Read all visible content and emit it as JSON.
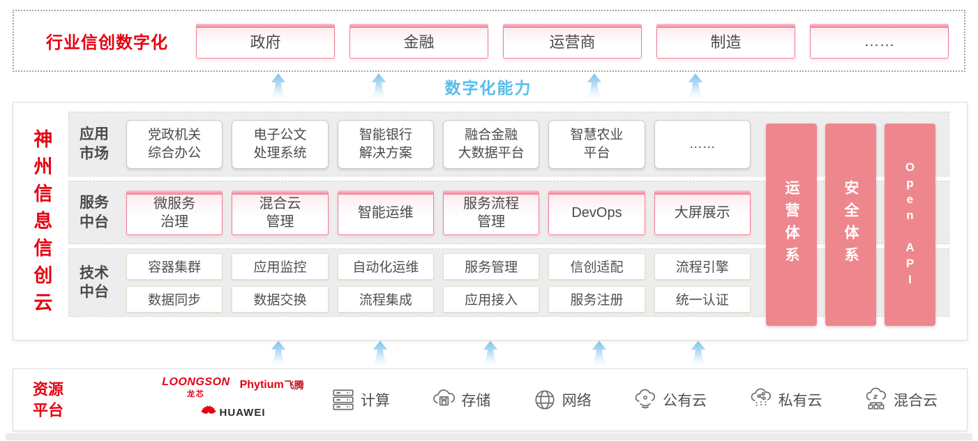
{
  "colors": {
    "brand_red": "#e60012",
    "pink_bar": "#ee878d",
    "capability_blue": "#55bdec",
    "row_background": "#ededed"
  },
  "top_banner": {
    "label": "行业信创数字化",
    "industries": [
      "政府",
      "金融",
      "运营商",
      "制造",
      "……"
    ]
  },
  "capability": {
    "label": "数字化能力"
  },
  "main": {
    "left_title": "神州信息信创云",
    "rows": [
      {
        "label": "应用\n市场",
        "items": [
          "党政机关\n综合办公",
          "电子公文\n处理系统",
          "智能银行\n解决方案",
          "融合金融\n大数据平台",
          "智慧农业\n平台",
          "……"
        ]
      },
      {
        "label": "服务\n中台",
        "items": [
          "微服务\n治理",
          "混合云\n管理",
          "智能运维",
          "服务流程\n管理",
          "DevOps",
          "大屏展示"
        ]
      },
      {
        "label": "技术\n中台",
        "items_top": [
          "容器集群",
          "应用监控",
          "自动化运维",
          "服务管理",
          "信创适配",
          "流程引擎"
        ],
        "items_bottom": [
          "数据同步",
          "数据交换",
          "流程集成",
          "应用接入",
          "服务注册",
          "统一认证"
        ]
      }
    ],
    "side_bars": [
      "运营体系",
      "安全体系",
      "Open API"
    ]
  },
  "resources": {
    "label": "资源\n平台",
    "vendors": {
      "loongson": {
        "name": "LOONGSON",
        "sub": "龙芯"
      },
      "phytium": {
        "name": "Phytium",
        "sub": "飞腾"
      },
      "huawei": {
        "name": "HUAWEI"
      }
    },
    "items": [
      {
        "icon": "server-icon",
        "label": "计算"
      },
      {
        "icon": "storage-cloud-icon",
        "label": "存储"
      },
      {
        "icon": "network-globe-icon",
        "label": "网络"
      },
      {
        "icon": "public-cloud-icon",
        "label": "公有云"
      },
      {
        "icon": "private-cloud-icon",
        "label": "私有云"
      },
      {
        "icon": "hybrid-cloud-icon",
        "label": "混合云"
      }
    ]
  }
}
